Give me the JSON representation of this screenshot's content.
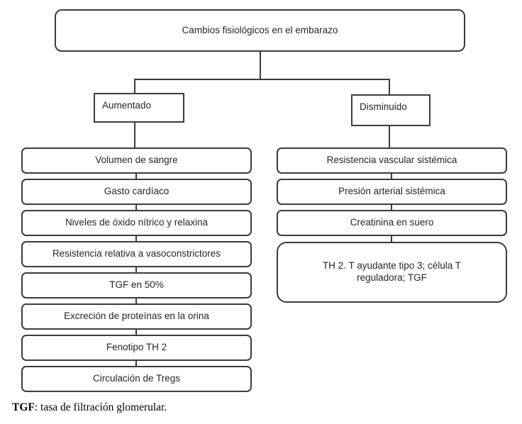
{
  "title": "Cambios fisiológicos en el embarazo",
  "branches": {
    "increased": {
      "label": "Aumentado",
      "items": [
        "Volumen de sangre",
        "Gasto cardíaco",
        "Niveles de óxido nítrico y relaxina",
        "Resistencia relativa a vasoconstrictores",
        "TGF en 50%",
        "Excreción de proteínas en la orina",
        "Fenotipo TH 2",
        "Circulación de Tregs"
      ]
    },
    "decreased": {
      "label": "Disminuido",
      "items": [
        "Resistencia vascular sistémica",
        "Presión arterial sistémica",
        "Creatinina en suero",
        "TH 2. T ayudante tipo 3; célula T reguladora; TGF"
      ]
    }
  },
  "footnote": {
    "abbr": "TGF",
    "text": ": tasa de filtración glomerular."
  },
  "colors": {
    "line": "#3c3c3c",
    "text": "#262626",
    "background": "#ffffff"
  }
}
